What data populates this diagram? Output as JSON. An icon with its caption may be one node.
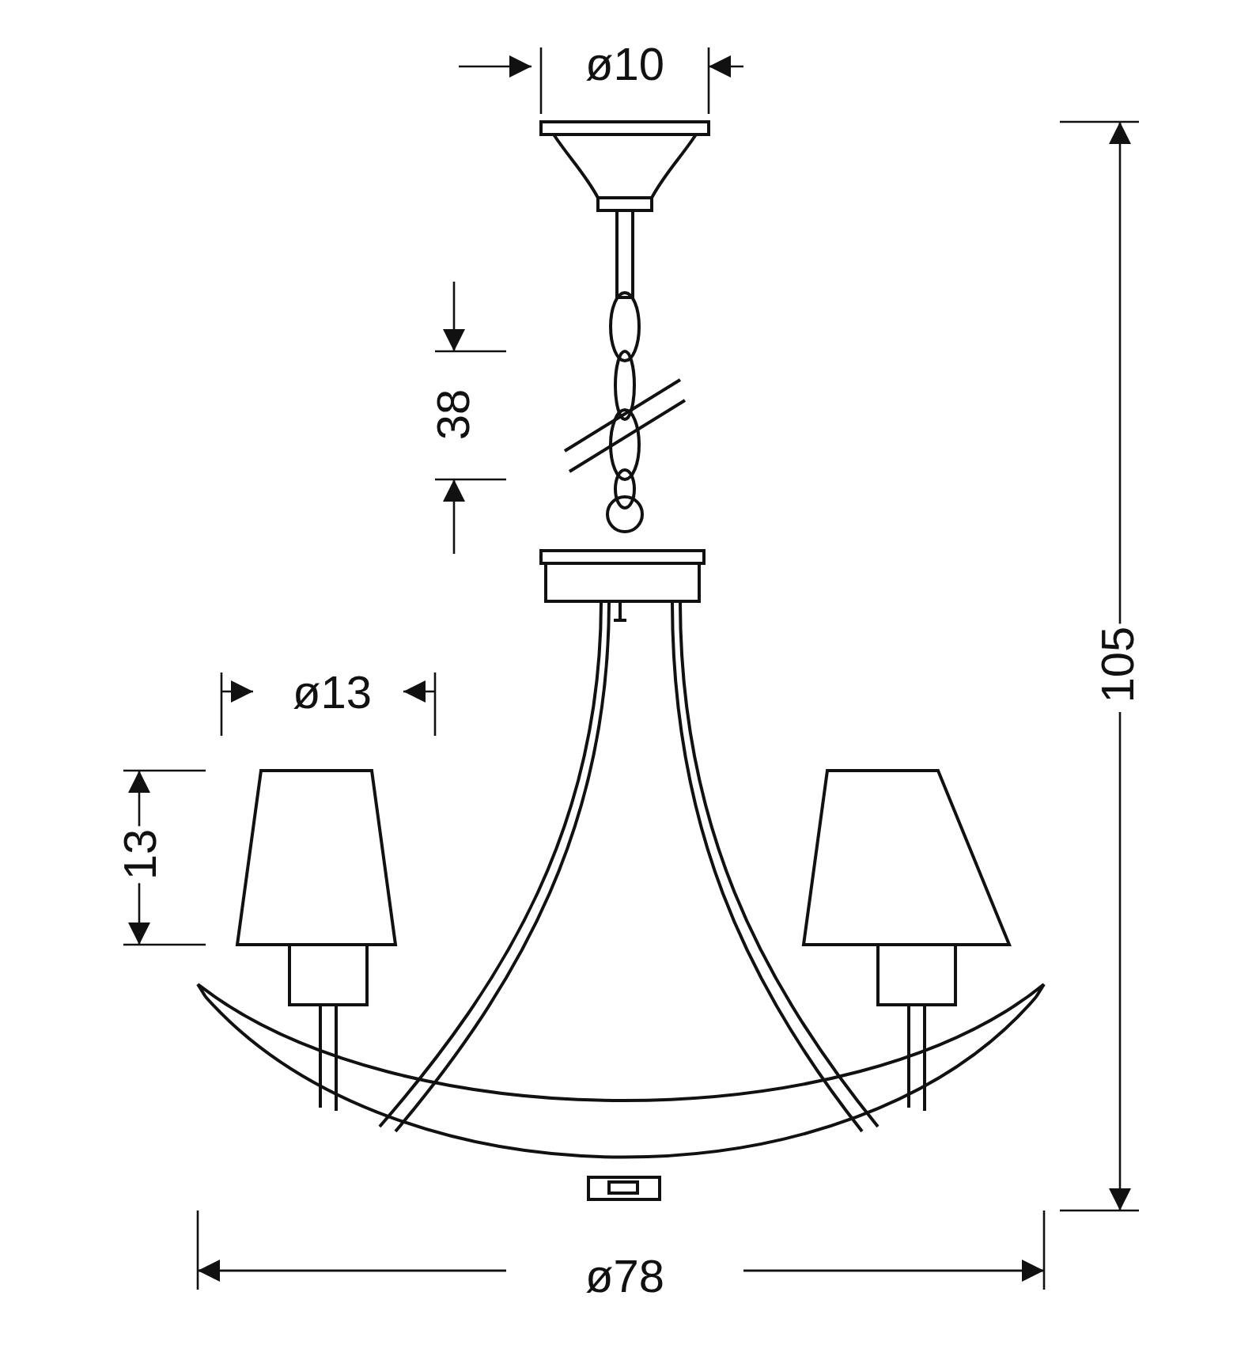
{
  "diagram": {
    "labels": [
      "ø10",
      "38",
      "105",
      "ø13",
      "13",
      "ø78"
    ]
  }
}
